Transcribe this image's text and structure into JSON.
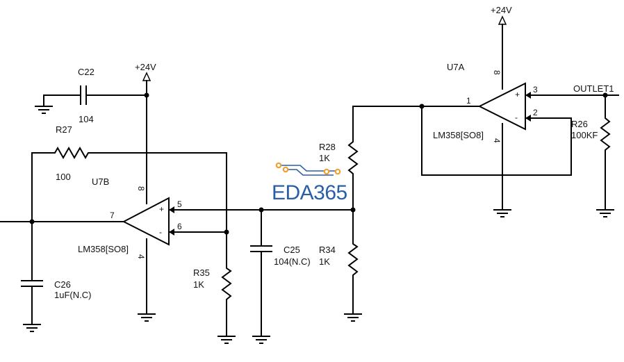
{
  "colors": {
    "wire": "#000000",
    "logo_blue": "#2a5fa8",
    "logo_orange": "#f0a030"
  },
  "logo": {
    "text": "EDA365"
  },
  "power": [
    {
      "id": "vcc_u7b",
      "label": "+24V"
    },
    {
      "id": "vcc_u7a",
      "label": "+24V"
    }
  ],
  "components": {
    "C22": {
      "ref": "C22",
      "value": "104"
    },
    "R27": {
      "ref": "R27",
      "value": "100"
    },
    "U7B": {
      "ref": "U7B",
      "part": "LM358[SO8]",
      "pin_out": "7",
      "pin_plus": "5",
      "pin_minus": "6",
      "pin_vcc": "8",
      "pin_gnd": "4",
      "plus_sign": "+",
      "minus_sign": "-"
    },
    "C26": {
      "ref": "C26",
      "value": "1uF(N.C)"
    },
    "R35": {
      "ref": "R35",
      "value": "1K"
    },
    "C25": {
      "ref": "C25",
      "value": "104(N.C)"
    },
    "R34": {
      "ref": "R34",
      "value": "1K"
    },
    "R28": {
      "ref": "R28",
      "value": "1K"
    },
    "U7A": {
      "ref": "U7A",
      "part": "LM358[SO8]",
      "pin_out": "1",
      "pin_plus": "3",
      "pin_minus": "2",
      "pin_vcc": "8",
      "pin_gnd": "4",
      "plus_sign": "+",
      "minus_sign": "-"
    },
    "R26": {
      "ref": "R26",
      "value": "100KF"
    }
  },
  "nets": {
    "outlet": "OUTLET1"
  }
}
